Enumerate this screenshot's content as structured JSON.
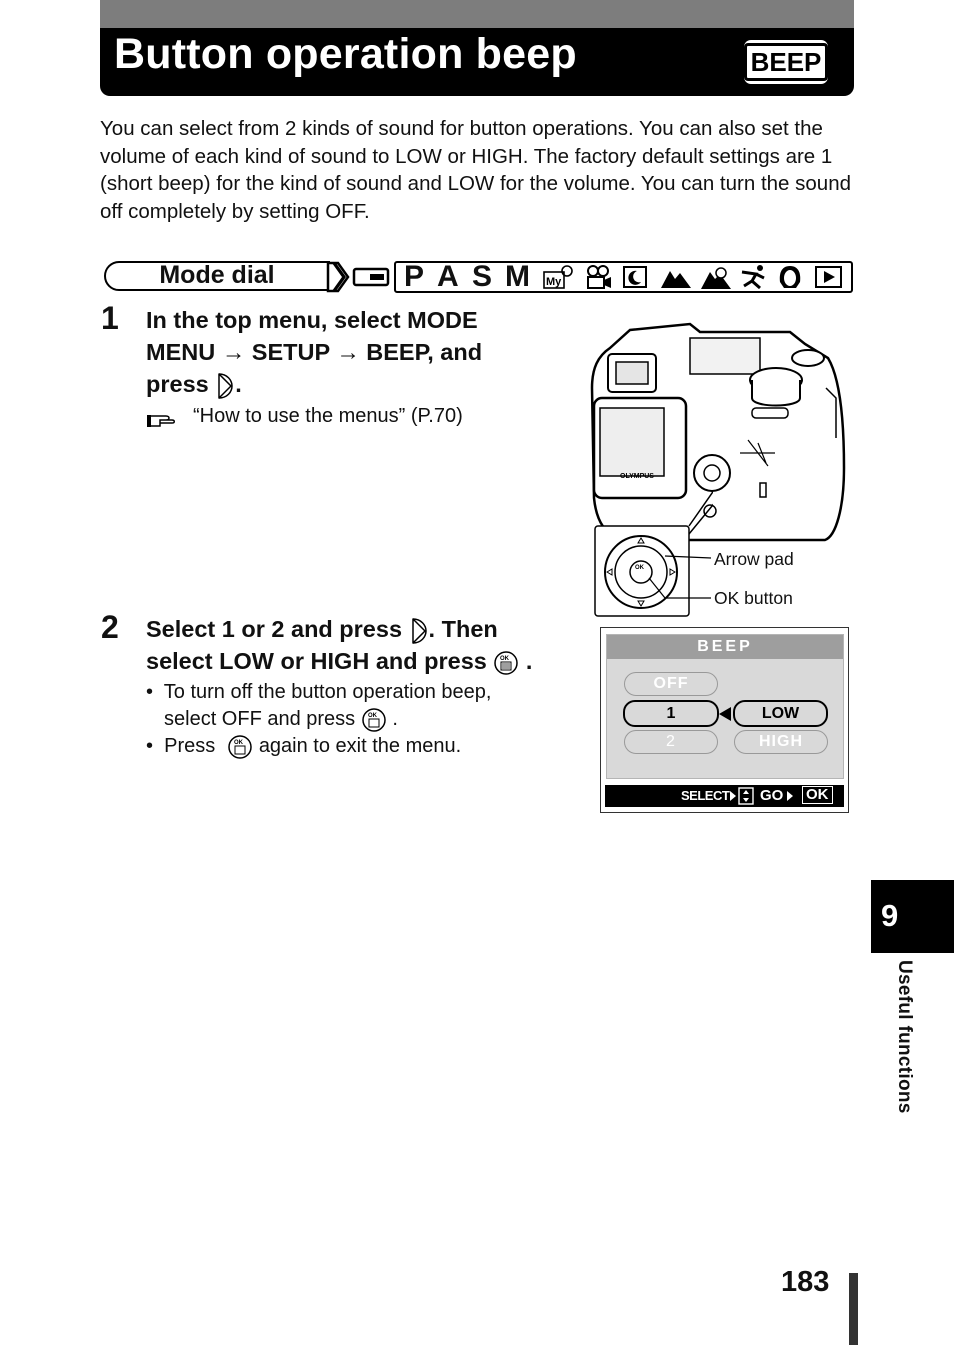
{
  "header": {
    "title": "Button operation beep",
    "badge": "BEEP"
  },
  "intro": "You can select from 2 kinds of sound for button operations. You can also set the volume of each kind of sound to LOW or HIGH. The factory default settings are 1 (short beep) for the kind of sound and LOW for the volume. You can turn the sound off completely by setting OFF.",
  "mode_dial": {
    "label": "Mode dial",
    "letters": [
      "P",
      "A",
      "S",
      "M"
    ],
    "icons": [
      "card-icon",
      "my-mode-icon",
      "movie-icon",
      "night-scene-icon",
      "landscape-icon",
      "landscape-portrait-icon",
      "sports-icon",
      "portrait-icon",
      "playback-icon"
    ]
  },
  "step1": {
    "number": "1",
    "line1": "In the top menu, select MODE",
    "line2_a": "MENU",
    "arrow": "→",
    "line2_b": "SETUP",
    "line2_c": "BEEP, and",
    "line3": "press",
    "period": ".",
    "ref": "“How to use the menus” (P.70)"
  },
  "captions": {
    "arrow_pad": "Arrow pad",
    "ok_button": "OK button",
    "brand": "OLYMPUS"
  },
  "step2": {
    "number": "2",
    "line1_a": "Select 1 or 2 and press",
    "line1_b": ". Then",
    "line2_a": "select LOW or HIGH and press",
    "line2_b": ".",
    "bullet1_a": "To turn off the button operation beep,",
    "bullet1_b": "select OFF and press",
    "bullet1_c": ".",
    "bullet2_a": "Press",
    "bullet2_b": "again to exit the menu."
  },
  "lcd": {
    "header": "BEEP",
    "off": "OFF",
    "one": "1",
    "two": "2",
    "low": "LOW",
    "high": "HIGH",
    "select": "SELECT",
    "go": "GO",
    "ok": "OK"
  },
  "side_tab": {
    "chapter": "9",
    "label": "Useful functions"
  },
  "page_number": "183"
}
